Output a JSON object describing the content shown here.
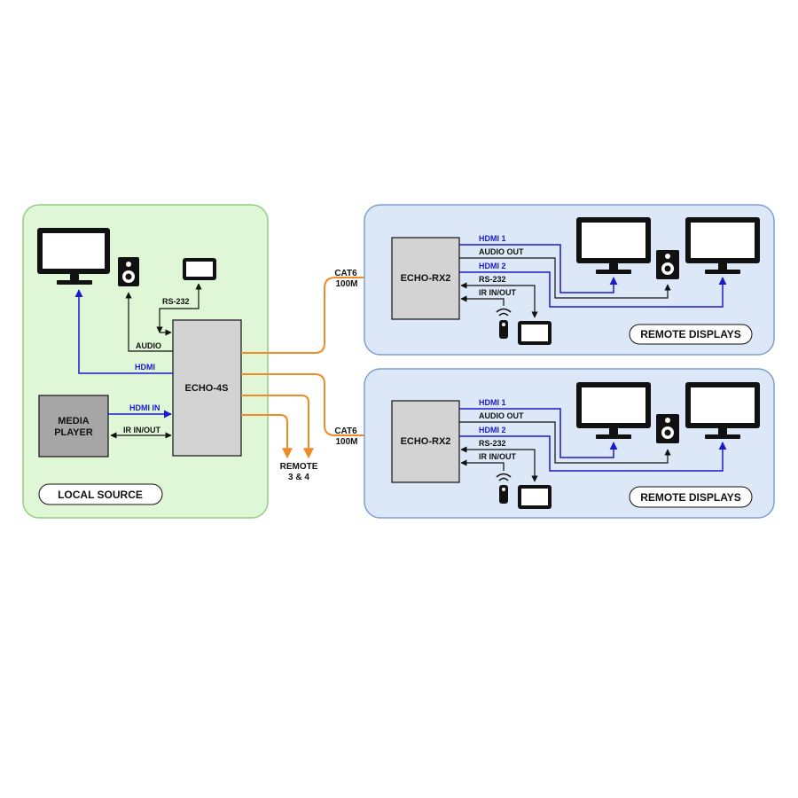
{
  "panels": {
    "local_source": {
      "label": "LOCAL SOURCE"
    },
    "remote_top": {
      "label": "REMOTE DISPLAYS"
    },
    "remote_bottom": {
      "label": "REMOTE DISPLAYS"
    }
  },
  "devices": {
    "echo_4s": "ECHO-4S",
    "media_player_line1": "MEDIA",
    "media_player_line2": "PLAYER",
    "echo_rx2_top": "ECHO-RX2",
    "echo_rx2_bottom": "ECHO-RX2"
  },
  "local_labels": {
    "rs232": "RS-232",
    "audio": "AUDIO",
    "hdmi": "HDMI",
    "hdmi_in": "HDMI IN",
    "ir_in_out": "IR IN/OUT"
  },
  "links": {
    "cat6_top_line1": "CAT6",
    "cat6_top_line2": "100M",
    "cat6_bottom_line1": "CAT6",
    "cat6_bottom_line2": "100M",
    "remote_line1": "REMOTE",
    "remote_line2": "3 & 4"
  },
  "rx_labels_top": {
    "hdmi1": "HDMI 1",
    "audio_out": "AUDIO OUT",
    "hdmi2": "HDMI 2",
    "rs232": "RS-232",
    "ir_in_out": "IR IN/OUT"
  },
  "rx_labels_bottom": {
    "hdmi1": "HDMI 1",
    "audio_out": "AUDIO OUT",
    "hdmi2": "HDMI 2",
    "rs232": "RS-232",
    "ir_in_out": "IR IN/OUT"
  },
  "colors": {
    "local_panel_fill": "#dff7d6",
    "local_panel_stroke": "#8fcf7f",
    "remote_panel_fill": "#dce8f7",
    "remote_panel_stroke": "#7f9fcf",
    "device_fill": "#d3d3d3",
    "media_player_fill": "#a6a6a6",
    "hdmi_line": "#1a1acc",
    "control_line": "#111111",
    "cat6_line": "#f08a24"
  },
  "icons": [
    "monitor-icon",
    "speaker-icon",
    "tablet-icon",
    "ir-remote-icon",
    "arrow-head-icon"
  ]
}
